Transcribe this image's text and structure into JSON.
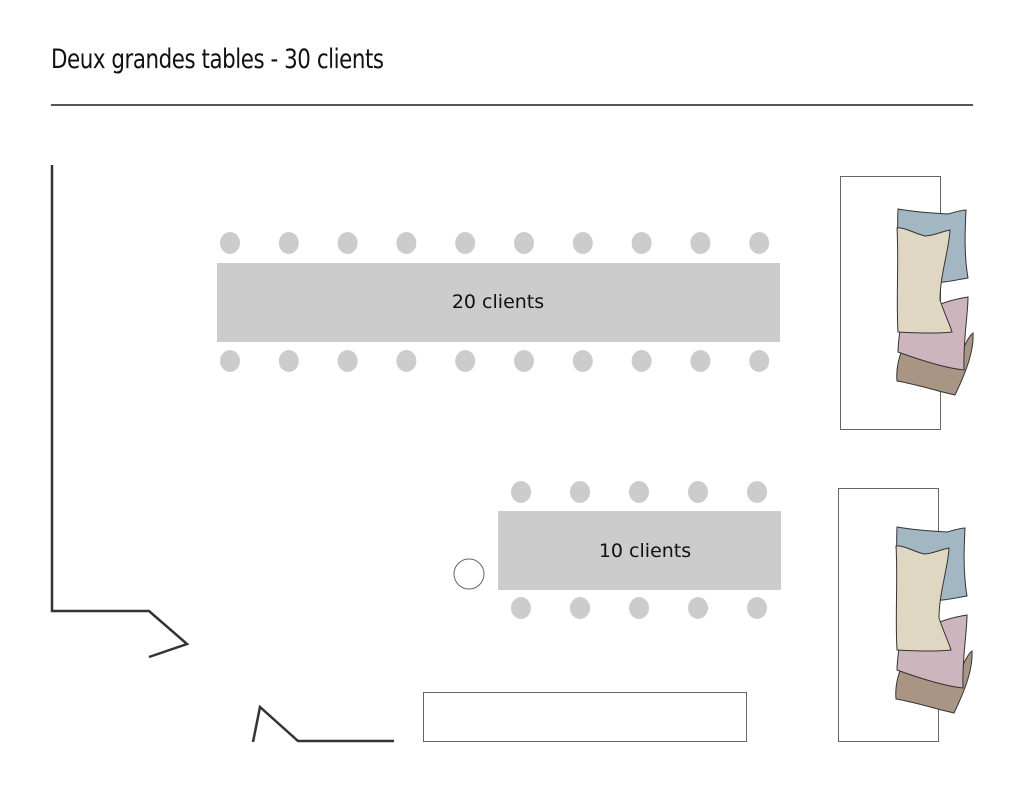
{
  "header": {
    "title": "Deux grandes tables - 30 clients"
  },
  "tables": [
    {
      "id": "large",
      "label": "20 clients",
      "seats_per_side": 10,
      "sides": 2
    },
    {
      "id": "small",
      "label": "10 clients",
      "seats_per_side": 5,
      "sides": 2
    }
  ],
  "colors": {
    "table": "#cccccc",
    "seat": "#cccccc",
    "wall": "#333333",
    "outline": "#666666",
    "pillow_blue": "#a3b7c3",
    "pillow_cream": "#e0d7c3",
    "pillow_pink": "#ccb5bd",
    "pillow_brown": "#a89584"
  }
}
